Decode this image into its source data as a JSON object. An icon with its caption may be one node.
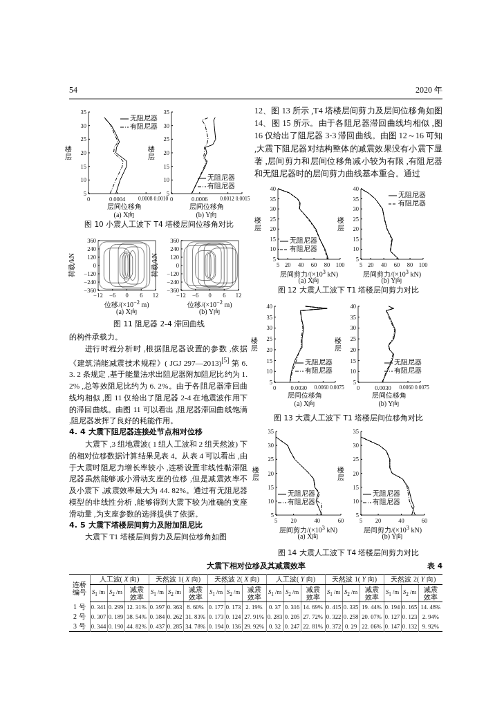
{
  "diagram": {
    "labels": [
      "54",
      "2020 年",
      "图 10 小震人工波下 T4 塔楼层间位移角对比",
      "360",
      "240",
      "120",
      "0",
      "−120",
      "−240",
      "−360",
      "−12",
      "−6",
      "0",
      "6",
      "12",
      "荷载/kN",
      "位移/(×10$^{−2}$ m)",
      "(a) X向",
      "360",
      "240",
      "120",
      "0",
      "−120",
      "−240",
      "−360",
      "−12",
      "−6",
      "0",
      "6",
      "12",
      "荷载/kN",
      "位移/(×10$^{−2}$ m)",
      "(b) Y向",
      "图 11 阻尼器 2-4 滞回曲线",
      "的构件承载力。",
      "进行时程分析时 ,根据阻尼器设置的参数 ,依据《建筑消能减震技术规程》( JGJ 297—2013)$^{[5]}$ 第 6. 3. 2 条规定 ,基于能量法求出阻尼器附加阻尼比约为 1. 2% ,总等效阻尼比约为 6. 2%。由于各阻尼器滞回曲线均相似 ,图 11 仅给出了阻尼器 2-4 在地震波作用下的滞回曲线。由图 11 可以看出 ,阻尼器滞回曲线饱满 ,阻尼器发挥了良好的耗能作用。",
      "4. 4 大震下阻尼器连接处节点相对位移",
      "大震下 ,3 组地震波( 1 组人工波和 2 组天然波) 下的相对位移数据计算结果见表 4。从表 4 可以看出 ,由于大震时阻尼力增长率较小 ,连桥设置非线性黏滞阻尼器虽然能够减小滑动支座的位移 ,但是减震效率不及小震下 ,减震效率最大为 44. 82%。通过有无阻尼器模型的非线性分析 ,能够得到大震下较为准确的支座滑动量 ,为支座参数的选择提供了依据。",
      "4. 5 大震下塔楼层间剪力及附加阻尼比",
      "大震下 T1 塔楼层间剪力及层间位移角如图",
      "12、图 13 所示 ,T4 塔楼层间剪力及层间位移角如图 14、图 15 所示。由于各阻尼器滞回曲线均相似 ,图 16 仅给出了阻尼器 3-3 滞回曲线。由图 12～16 可知 ,大震下阻尼器对结构整体的减震效果没有小震下显著 ,层间剪力和层间位移角减小较为有限 ,有阻尼器和无阻尼器时的层间剪力曲线基本重合。通过",
      "图 12 大震人工波下 T1 塔楼层间剪力对比",
      "图 13 大震人工波下 T1 塔楼层间位移角对比",
      "图 14 大震人工波下 T4 塔楼层间剪力对比",
      "大震下相对位移及其减震效率",
      "表 4",
      "连桥编号",
      "人工波( *X* 向)",
      "天然波 1( *X* 向)",
      "天然波 2( *X* 向)",
      "人工波( *Y* 向)",
      "天然波 1( *Y* 向)",
      "天然波 2( *Y* 向)",
      "*S*$_{1}$ /m",
      "*S*$_{2}$ /m",
      "减震效率",
      "*S*$_{1}$ /m",
      "*S*$_{2}$ /m",
      "减震效率",
      "*S*$_{1}$ /m",
      "*S*$_{2}$ /m",
      "减震效率",
      "*S*$_{1}$ /m",
      "*S*$_{2}$ /m",
      "减震效率",
      "*S*$_{1}$ /m",
      "*S*$_{2}$ /m",
      "减震效率",
      "*S*$_{1}$ /m",
      "*S*$_{2}$ /m",
      "减震效率",
      "1 号",
      "0. 341",
      "0. 299",
      "12. 31%",
      "0. 397",
      "0. 363",
      "8. 60%",
      "0. 177",
      "0. 173",
      "2. 19%",
      "0. 37",
      "0. 316",
      "14. 69%",
      "0. 415",
      "0. 335",
      "19. 44%",
      "0. 194",
      "0. 165",
      "14. 48%",
      "2 号",
      "0. 307",
      "0. 189",
      "38. 54%",
      "0. 384",
      "0. 262",
      "31. 83%",
      "0. 173",
      "0. 124",
      "27. 91%",
      "0. 283",
      "0. 205",
      "27. 72%",
      "0. 322",
      "0. 258",
      "20. 07%",
      "0. 127",
      "0. 123",
      "2. 94%",
      "3 号",
      "0. 344",
      "0. 190",
      "44. 82%",
      "0. 437",
      "0. 285",
      "34. 78%",
      "0. 194",
      "0. 136",
      "29. 92%",
      "0. 32",
      "0. 247",
      "22. 81%",
      "0. 372",
      "0. 29",
      "22. 06%",
      "0. 147",
      "0. 132",
      "9. 92%"
    ],
    "chart_data": [
      {
        "type": "line",
        "orientation": "horizontal",
        "title": "(a) X向",
        "xlabel": "层间位移角",
        "ylabel": "楼层",
        "legend": "upper right",
        "x": [
          5,
          10,
          15,
          17,
          20,
          22,
          24,
          27,
          30,
          33
        ],
        "ylim": [
          5,
          35
        ],
        "yticks": [
          5,
          10,
          15,
          20,
          25,
          30,
          35
        ],
        "xlim": [
          0,
          0.001
        ],
        "xticks": [
          0,
          0.0004,
          0.0008,
          {
            "value": 0.001,
            "label": "0.0010"
          }
        ],
        "series": [
          {
            "name": "无阻尼器",
            "color": "#000000",
            "line_style": "solid",
            "values": [
              0.00038,
              0.00044,
              0.00053,
              0.00053,
              0.00038,
              0.00039,
              0.00043,
              0.00038,
              0.00032,
              0.00022
            ]
          },
          {
            "name": "有阻尼器",
            "color": "#000000",
            "line_style": "dashdot",
            "values": [
              0.0003,
              0.00038,
              0.00047,
              0.00048,
              0.00035,
              0.00036,
              0.00041,
              0.00036,
              0.00031,
              0.00022
            ]
          }
        ]
      },
      {
        "type": "line",
        "orientation": "horizontal",
        "title": "(b) Y向",
        "xlabel": "层间位移角",
        "ylabel": "楼层",
        "legend": "lower right",
        "x": [
          5,
          10,
          15,
          17,
          18,
          20,
          22,
          23,
          25,
          30,
          32,
          33
        ],
        "ylim": [
          5,
          35
        ],
        "yticks": [
          5,
          10,
          15,
          20,
          25,
          30,
          35
        ],
        "xlim": [
          0,
          0.0015
        ],
        "xticks": [
          0,
          0.0006,
          0.0012,
          0.0015
        ],
        "series": [
          {
            "name": "无阻尼器",
            "color": "#000000",
            "line_style": "solid",
            "values": [
              0.00043,
              0.00057,
              0.00072,
              0.00076,
              0.0007,
              0.00075,
              0.00072,
              0.00088,
              0.00094,
              0.00091,
              0.0009,
              0.00093
            ]
          },
          {
            "name": "有阻尼器",
            "color": "#000000",
            "line_style": "dashdot",
            "values": [
              0.00043,
              0.00057,
              0.0007,
              0.00074,
              0.00068,
              0.0007,
              0.0007,
              0.00075,
              0.00078,
              0.00072,
              0.00065,
              0.0008
            ]
          }
        ]
      },
      {
        "type": "line",
        "orientation": "horizontal",
        "title": "(a) X向",
        "xlabel": "层间剪力/(×10$^{3}$ kN)",
        "ylabel": "楼层",
        "legend": "lower left",
        "x": [
          5,
          10,
          15,
          20,
          25,
          30,
          33,
          35,
          38,
          40
        ],
        "ylim": [
          5,
          40
        ],
        "yticks": [
          5,
          10,
          15,
          20,
          25,
          30,
          35,
          40
        ],
        "xlim": [
          5,
          100
        ],
        "xticks": [
          5,
          20,
          40,
          60,
          80,
          100
        ],
        "series": [
          {
            "name": "无阻尼器",
            "color": "#000000",
            "line_style": "solid",
            "values": [
              82,
              77,
              69,
              63,
              52,
              38,
              39,
              35,
              22,
              5
            ]
          },
          {
            "name": "有阻尼器",
            "color": "#000000",
            "line_style": "dashed",
            "values": [
              81,
              76,
              69,
              62,
              51,
              38,
              38,
              35,
              22,
              5
            ]
          }
        ]
      },
      {
        "type": "line",
        "orientation": "horizontal",
        "title": "(b) Y向",
        "xlabel": "层间剪力/(×10$^{3}$ kN)",
        "ylabel": "楼层",
        "legend": "upper right",
        "x": [
          5,
          9,
          15,
          20,
          25,
          30,
          35,
          38,
          40
        ],
        "ylim": [
          5,
          40
        ],
        "yticks": [
          5,
          10,
          15,
          20,
          25,
          30,
          35,
          40
        ],
        "xlim": [
          5,
          100
        ],
        "xticks": [
          5,
          20,
          40,
          60,
          80,
          100
        ],
        "series": [
          {
            "name": "无阻尼器",
            "color": "#000000",
            "line_style": "solid",
            "values": [
              63,
              50,
              53,
              45,
              41,
              38,
              27,
              16,
              5
            ]
          },
          {
            "name": "有阻尼器",
            "color": "#000000",
            "line_style": "dashed",
            "values": [
              63,
              50,
              52,
              45,
              41,
              38,
              27,
              16,
              5
            ]
          }
        ]
      },
      {
        "type": "line",
        "orientation": "horizontal",
        "title": "(a) X向",
        "xlabel": "层间位移角",
        "ylabel": "楼层",
        "legend": "lower right",
        "x": [
          5,
          10,
          15,
          20,
          21,
          25,
          30,
          35,
          38,
          39,
          40
        ],
        "ylim": [
          5,
          40
        ],
        "yticks": [
          5,
          10,
          15,
          20,
          25,
          30,
          35,
          40
        ],
        "xlim": [
          0,
          0.0075
        ],
        "xticks": [
          0,
          {
            "value": 0.003,
            "label": "0.0030"
          },
          {
            "value": 0.006,
            "label": "0.0060"
          },
          0.0075
        ],
        "series": [
          {
            "name": "无阻尼器",
            "color": "#000000",
            "line_style": "solid",
            "values": [
              0.0019,
              0.0021,
              0.0025,
              0.0032,
              0.0034,
              0.0034,
              0.0036,
              0.0033,
              0.0032,
              0.0065,
              0.0038
            ]
          },
          {
            "name": "有阻尼器",
            "color": "#000000",
            "line_style": "dashdot",
            "values": [
              0.0019,
              0.0022,
              0.0027,
              0.0031,
              0.0033,
              0.0033,
              0.0035,
              0.0033,
              0.0032,
              0.0064,
              0.0038
            ]
          }
        ]
      },
      {
        "type": "line",
        "orientation": "horizontal",
        "title": "(b) Y向",
        "xlabel": "层间位移角",
        "ylabel": "楼层",
        "legend": "lower right",
        "x": [
          5,
          10,
          15,
          18,
          20,
          22,
          25,
          29,
          35,
          38,
          39,
          40
        ],
        "ylim": [
          5,
          40
        ],
        "yticks": [
          5,
          10,
          15,
          20,
          25,
          30,
          35,
          40
        ],
        "xlim": [
          0,
          0.0075
        ],
        "xticks": [
          0,
          {
            "value": 0.003,
            "label": "0.0030"
          },
          {
            "value": 0.006,
            "label": "0.0060"
          },
          0.0075
        ],
        "series": [
          {
            "name": "无阻尼器",
            "color": "#000000",
            "line_style": "solid",
            "values": [
              0.0029,
              0.0035,
              0.0041,
              0.0043,
              0.0038,
              0.0037,
              0.0043,
              0.0045,
              0.0038,
              0.0034,
              0.0043,
              0.0037
            ]
          },
          {
            "name": "有阻尼器",
            "color": "#000000",
            "line_style": "dashdot",
            "values": [
              0.0029,
              0.0034,
              0.004,
              0.0042,
              0.0038,
              0.0036,
              0.0042,
              0.0044,
              0.0037,
              0.0034,
              0.0042,
              0.0037
            ]
          }
        ]
      },
      {
        "type": "line",
        "orientation": "horizontal",
        "title": "(a) X向",
        "xlabel": "层间剪力/(×10$^{3}$ kN)",
        "ylabel": "楼层",
        "legend": "lower left",
        "x": [
          5,
          9,
          10,
          13,
          15,
          18,
          20,
          25,
          28,
          30,
          33
        ],
        "ylim": [
          5,
          35
        ],
        "yticks": [
          5,
          10,
          15,
          20,
          25,
          30,
          35
        ],
        "xlim": [
          5,
          60
        ],
        "xticks": [
          5,
          20,
          40,
          60
        ],
        "series": [
          {
            "name": "无阻尼器",
            "color": "#000000",
            "line_style": "solid",
            "values": [
              44,
              40,
              39,
              41,
              38,
              37,
              33,
              21,
              17,
              15,
              5
            ]
          },
          {
            "name": "有阻尼器",
            "color": "#000000",
            "line_style": "dashdot",
            "values": [
              43,
              44,
              40,
              42,
              38,
              37,
              33,
              21,
              17,
              15,
              5
            ]
          }
        ]
      },
      {
        "type": "line",
        "orientation": "horizontal",
        "title": "(b) Y向",
        "xlabel": "层间剪力/(×10$^{3}$ kN)",
        "ylabel": "楼层",
        "legend": "lower left",
        "x": [
          5,
          8,
          10,
          15,
          18,
          20,
          22,
          25,
          28,
          30,
          33
        ],
        "ylim": [
          5,
          35
        ],
        "yticks": [
          5,
          10,
          15,
          20,
          25,
          30,
          35
        ],
        "xlim": [
          5,
          60
        ],
        "xticks": [
          5,
          20,
          40,
          60
        ],
        "series": [
          {
            "name": "无阻尼器",
            "color": "#000000",
            "line_style": "solid",
            "values": [
              49,
              51,
              49,
              46,
              41,
              32,
              30,
              30,
              27,
              21,
              5
            ]
          },
          {
            "name": "有阻尼器",
            "color": "#000000",
            "line_style": "dashdot",
            "values": [
              52,
              49,
              47,
              45,
              41,
              32,
              30,
              30,
              27,
              21,
              5
            ]
          }
        ]
      }
    ]
  }
}
